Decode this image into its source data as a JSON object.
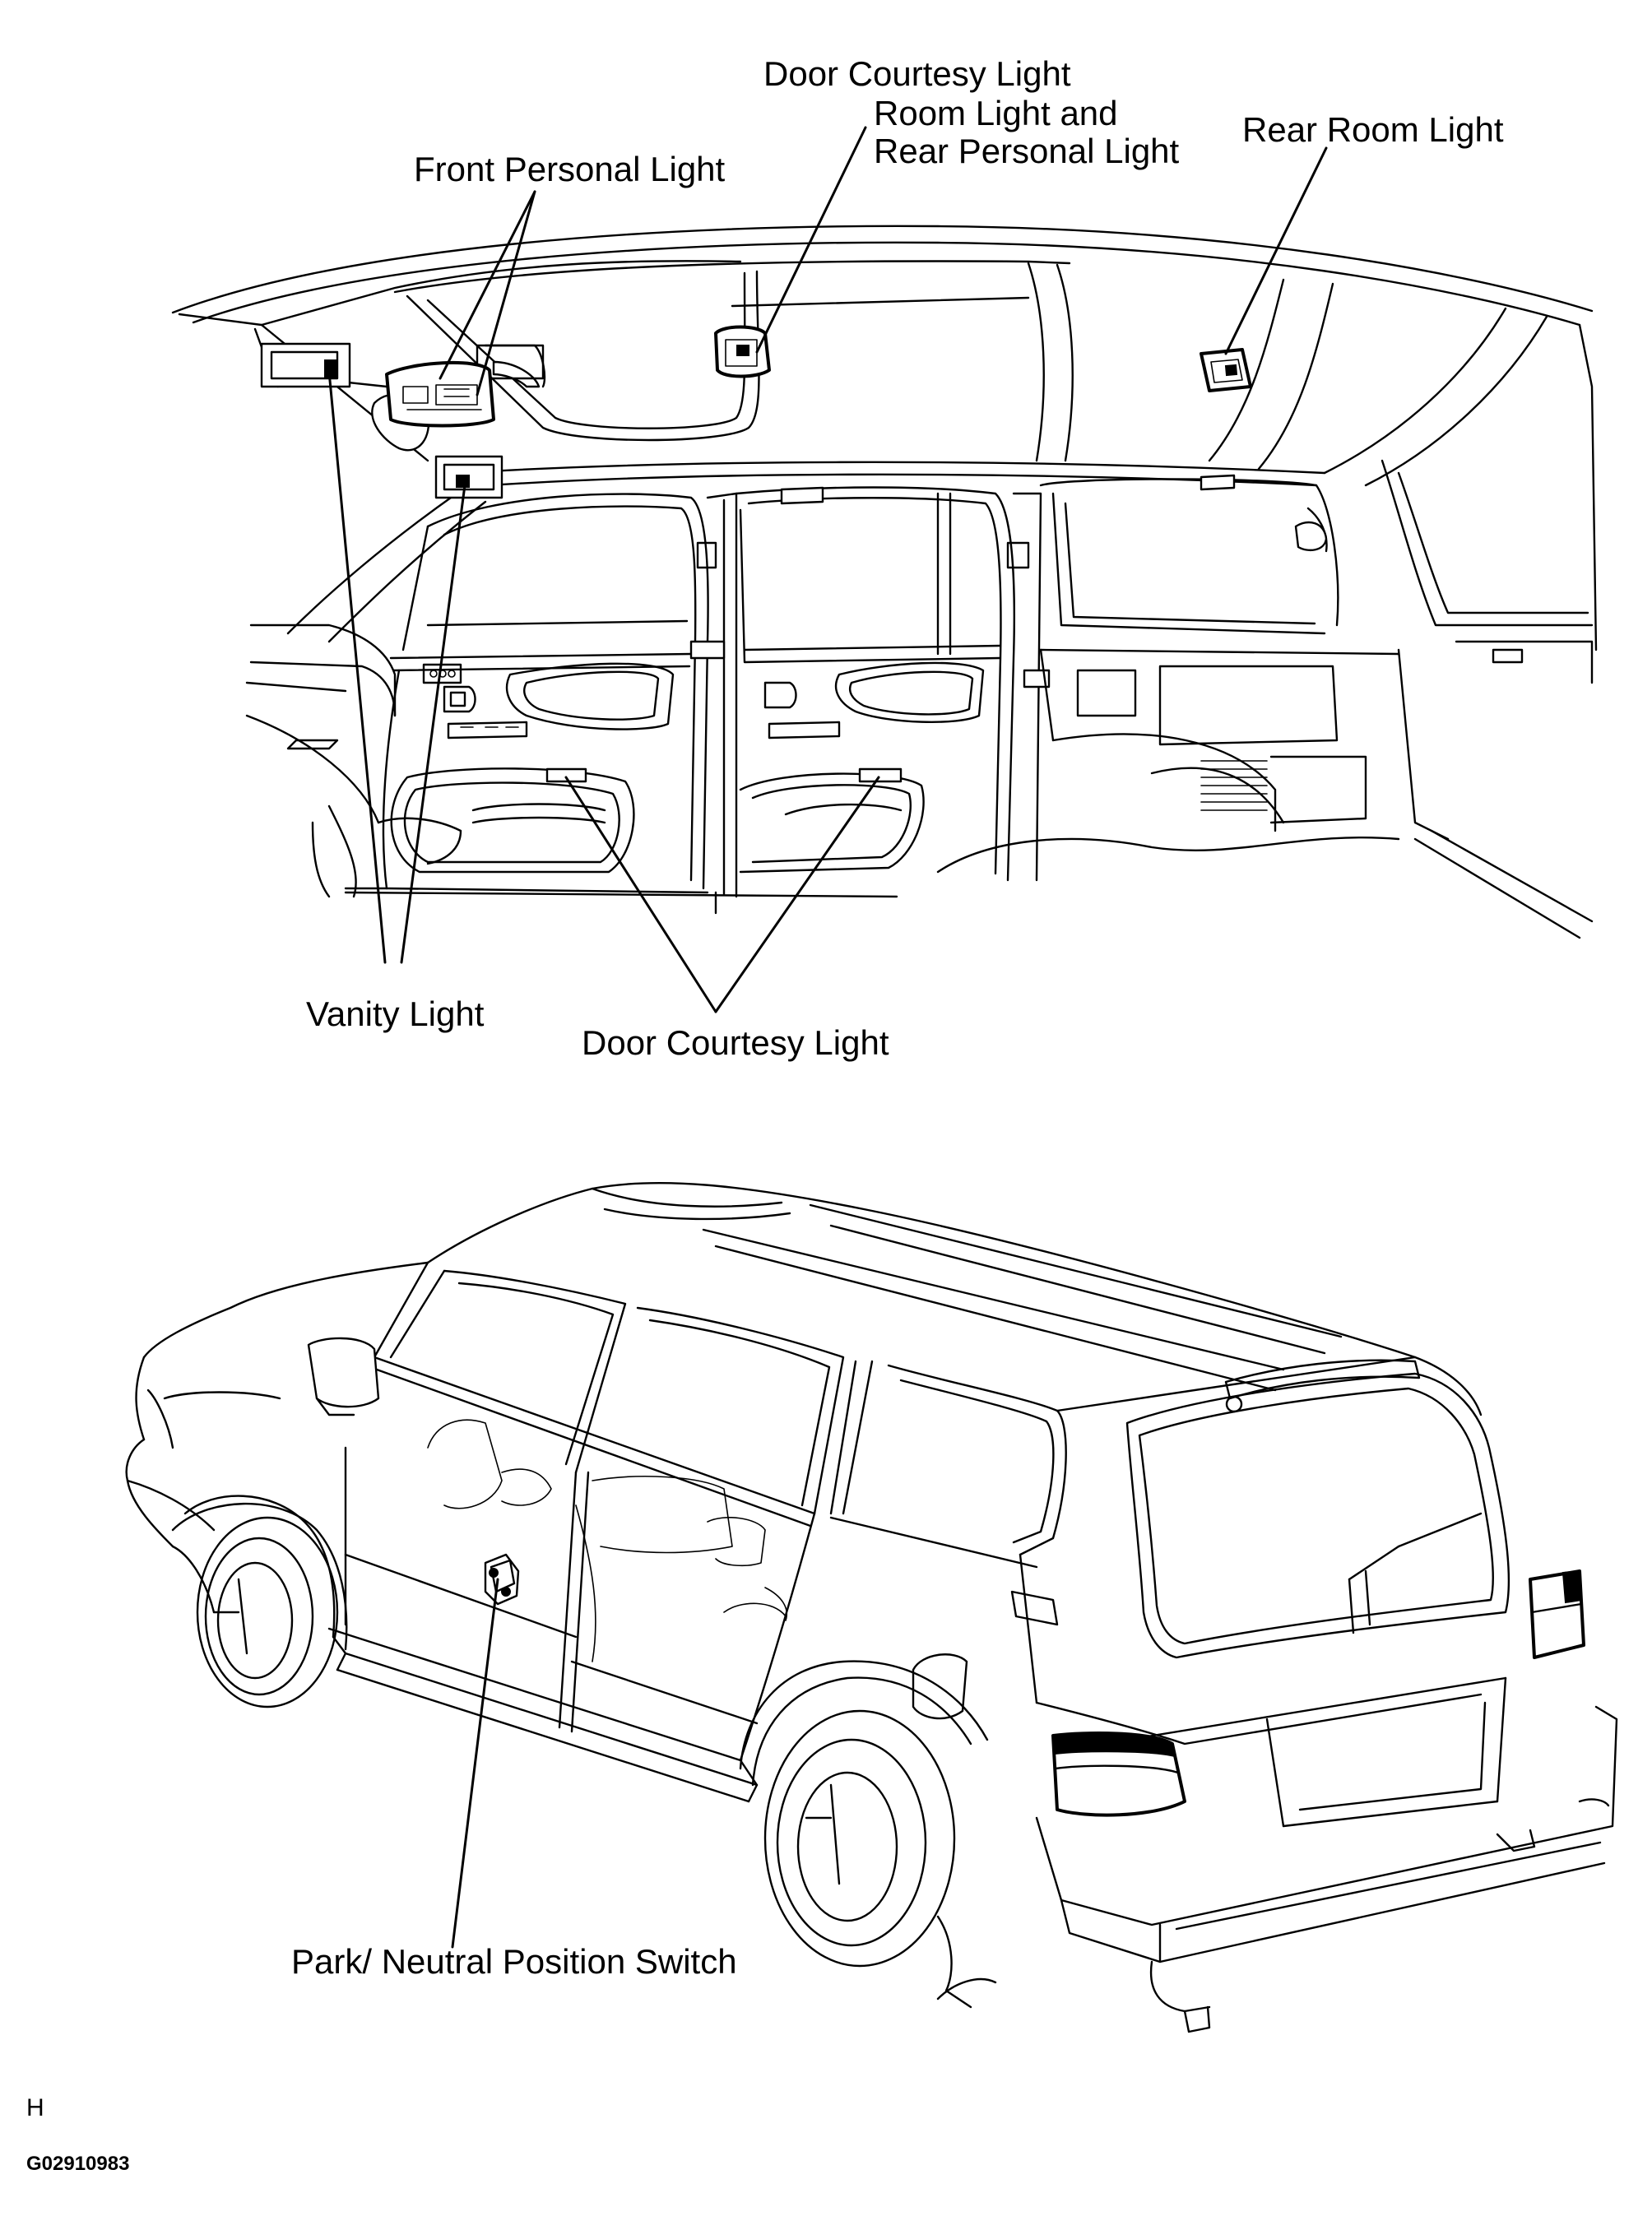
{
  "labels": {
    "door_courtesy_light_top": "Door Courtesy Light",
    "room_light_line1": "Room Light and",
    "room_light_line2": "Rear Personal Light",
    "rear_room_light": "Rear Room Light",
    "front_personal_light": "Front Personal Light",
    "vanity_light": "Vanity Light",
    "door_courtesy_light_bottom": "Door Courtesy Light",
    "park_neutral_switch": "Park/ Neutral Position Switch"
  },
  "footer": {
    "letter": "H",
    "code": "G02910983"
  }
}
